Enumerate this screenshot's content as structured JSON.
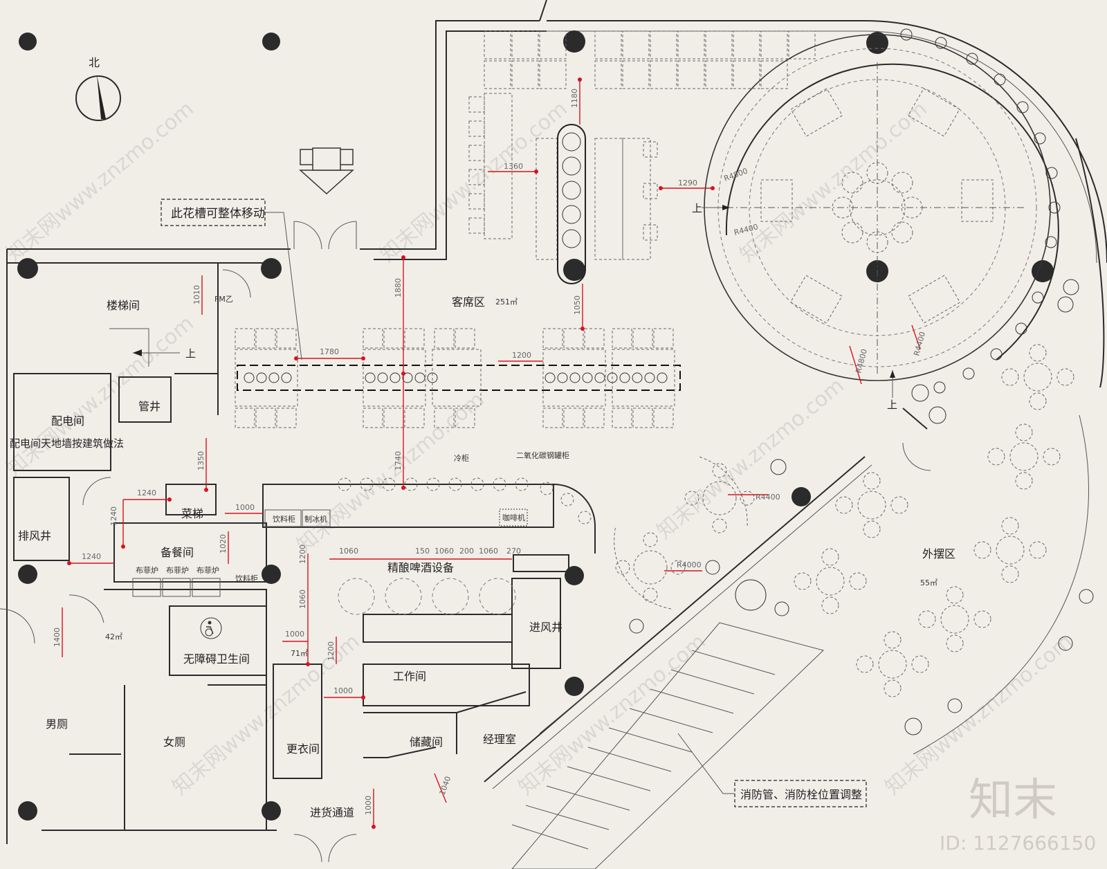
{
  "north_label": "北",
  "notes": {
    "movable_planter": "此花槽可整体移动",
    "fire_pipe": "消防管、消防栓位置调整"
  },
  "rooms": {
    "seating": "客席区",
    "seating_area": "251㎡",
    "outdoor": "外摆区",
    "outdoor_area": "55㎡",
    "stair": "楼梯间",
    "elec": "配电间",
    "elec_note": "配电间天地墙按建筑做法",
    "shaft": "管井",
    "exhaust": "排风井",
    "dumbwaiter": "菜梯",
    "pantry": "备餐间",
    "pantry_area": "42㎡",
    "craft_beer": "精酿啤酒设备",
    "kitchen_area": "71㎡",
    "intake": "进风井",
    "workroom": "工作间",
    "accessible_wc": "无障碍卫生间",
    "male_wc": "男厕",
    "female_wc": "女厕",
    "locker": "更衣间",
    "storage": "储藏间",
    "manager": "经理室",
    "delivery": "进货通道"
  },
  "equipment": {
    "beverage_cabinet": "饮料柜",
    "ice_maker": "制冰机",
    "cold_cabinet": "冷柜",
    "co2_cabinet": "二氧化碳钢罐柜",
    "coffee_machine": "咖啡机",
    "cloth_stove": "布菲炉",
    "beverage_cabinet_2": "饮料柜",
    "door_tag": "FM乙"
  },
  "up_labels": [
    "上",
    "上",
    "上"
  ],
  "dimensions": [
    "1180",
    "1360",
    "1290",
    "1010",
    "1880",
    "1780",
    "1200",
    "1050",
    "1350",
    "1240",
    "1240",
    "1000",
    "1020",
    "1240",
    "1740",
    "1060",
    "150",
    "1060",
    "200",
    "1060",
    "270",
    "1200",
    "1060",
    "1000",
    "1200",
    "1000",
    "1400",
    "1000",
    "1040"
  ],
  "radii": [
    "R4800",
    "R4400",
    "R4800",
    "R4400",
    "R4400",
    "R4000"
  ],
  "watermark": {
    "brand": "知末",
    "id": "ID: 1127666150",
    "site": "知末网www.znzmo.com"
  }
}
